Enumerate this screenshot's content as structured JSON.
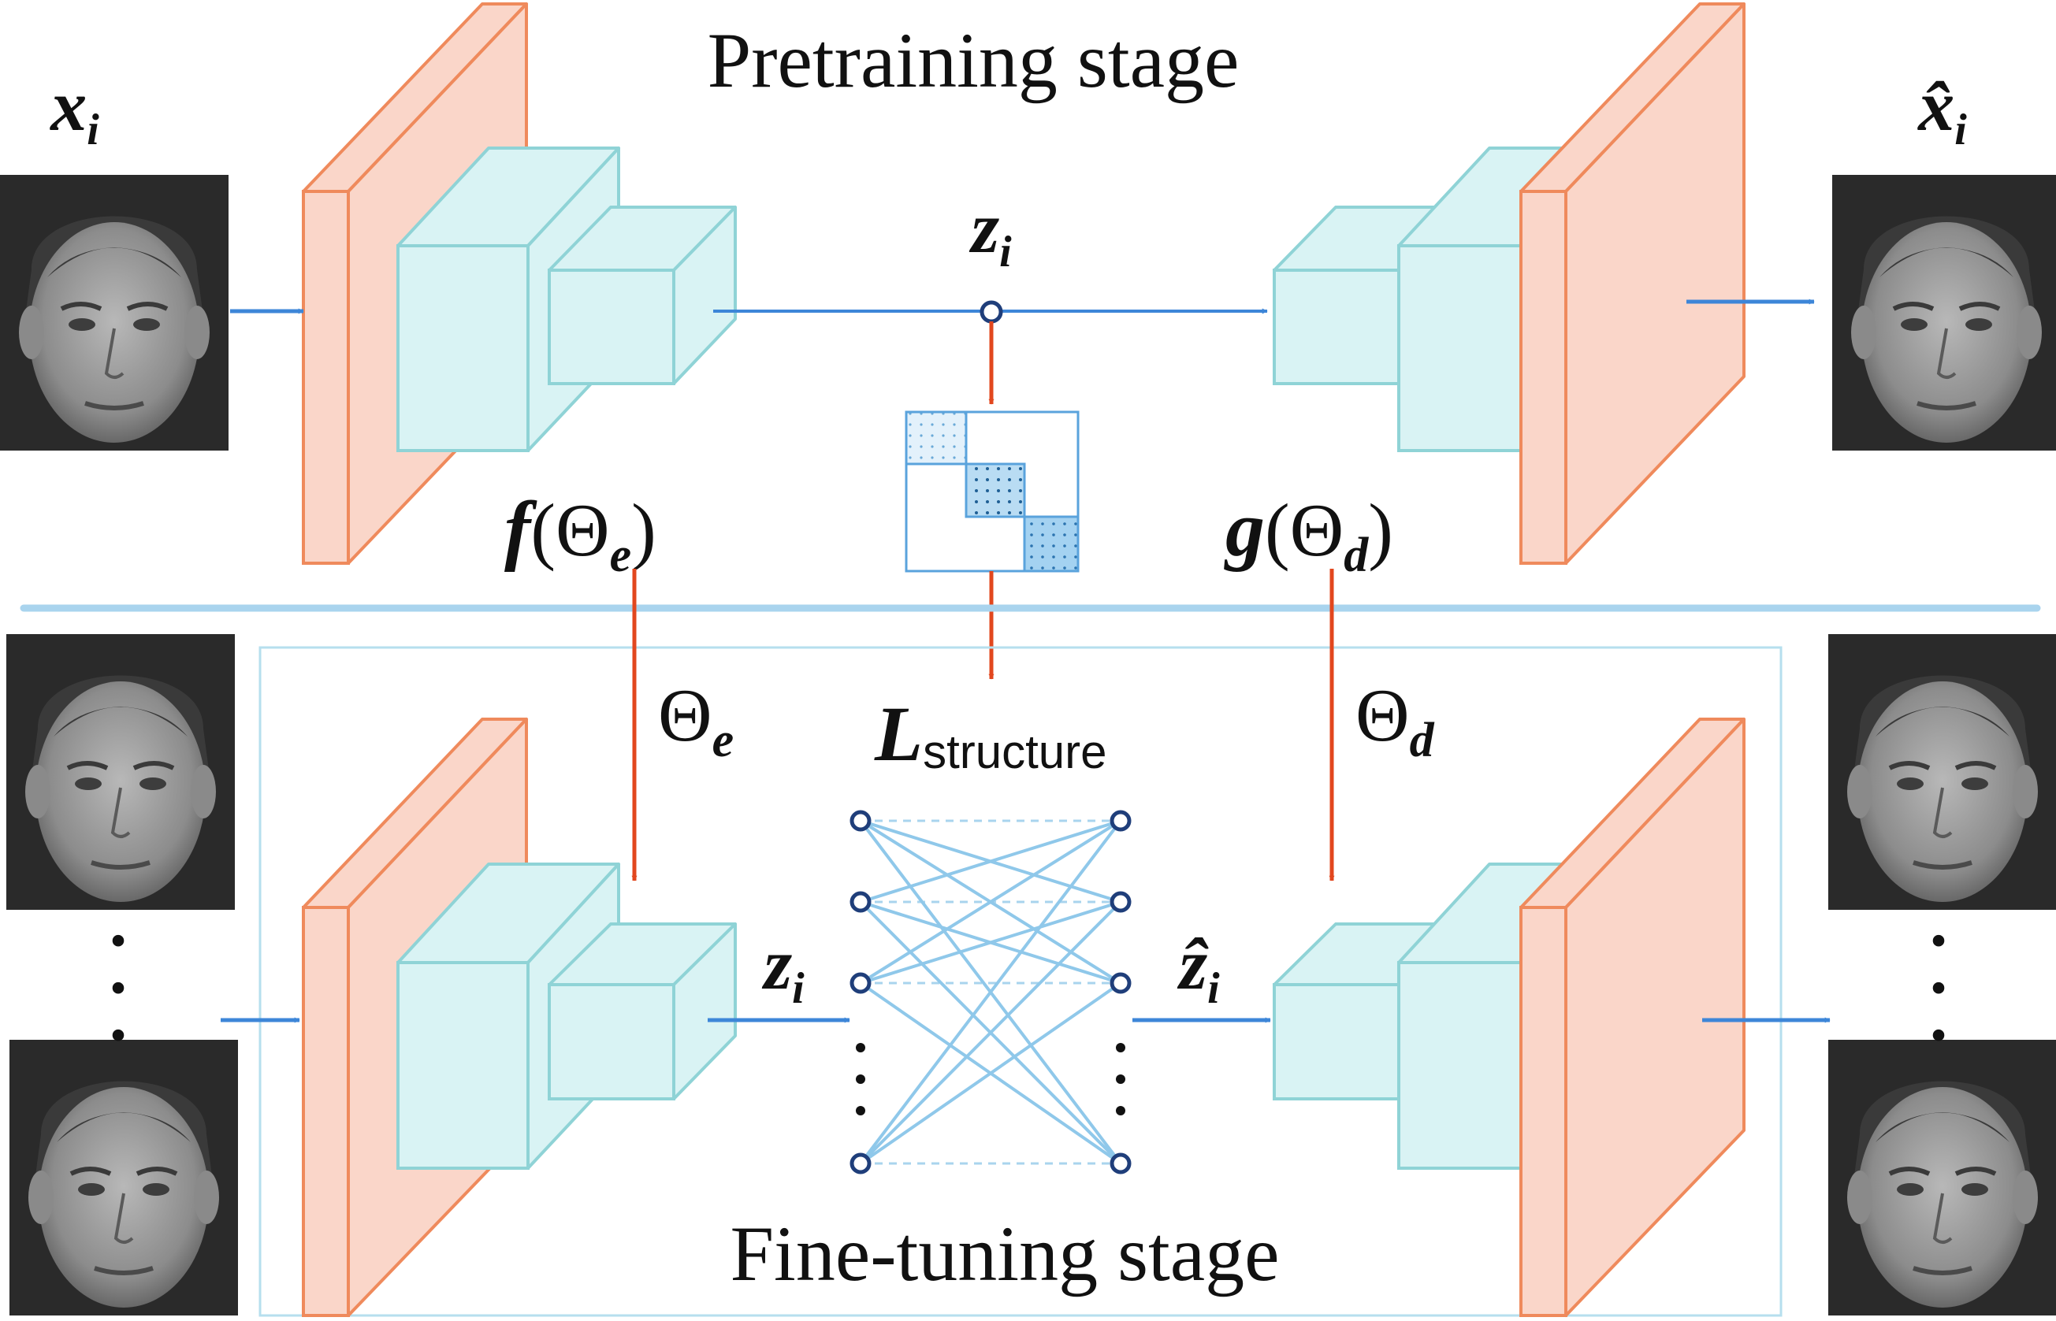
{
  "labels": {
    "pretraining": "Pretraining stage",
    "finetuning": "Fine-tuning stage",
    "x": "x",
    "x_sub": "i",
    "x_hat": "x̂",
    "z": "z",
    "z_sub": "i",
    "z_hat": "ẑ",
    "f_func": "f",
    "g_func": "g",
    "open_paren": "(",
    "close_paren": ")",
    "theta": "Θ",
    "e_sub": "e",
    "d_sub": "d",
    "L": "L",
    "L_sub": "structure"
  },
  "colors": {
    "cube_fill": "#d9f3f4",
    "cube_stroke": "#8fd3d6",
    "slab_fill": "#fad6c9",
    "slab_stroke": "#ef8a5c",
    "blue_arrow": "#3d86d8",
    "red_arrow": "#e2471e",
    "divider": "#a9d4ee",
    "node": "#1f3e7a",
    "network_edge": "#8fc8ea",
    "matrix_stroke": "#5aa3dc"
  }
}
